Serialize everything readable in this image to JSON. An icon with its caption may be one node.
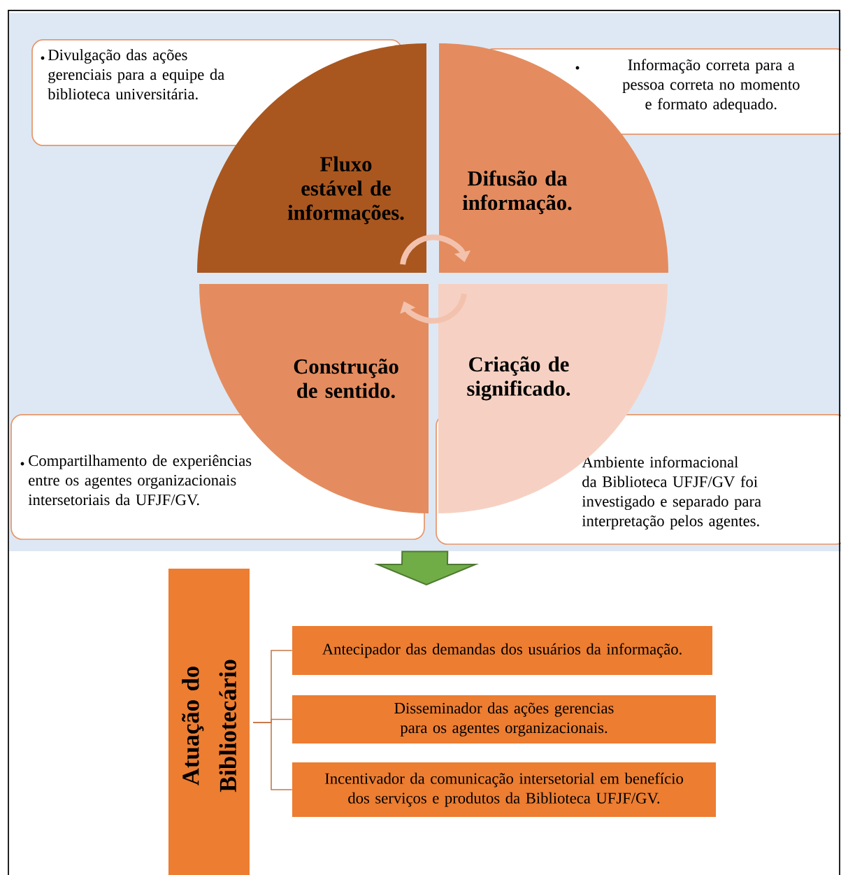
{
  "diagram": {
    "nodes": [
      {
        "text": [],
        "shape": "box"
      },
      {
        "text": [
          "Divulgação das ações gerenciais para a equipe da biblioteca universitária."
        ],
        "in": 0
      },
      {
        "text": [
          "Informação correta para a pessoa correta no momento e formato adequado."
        ],
        "in": 0
      },
      {
        "text": [
          "Fluxo estável de informações."
        ],
        "in": 0
      },
      {
        "text": [
          "Difusão da informação."
        ],
        "in": 0
      },
      {
        "text": [
          "Construção de sentido."
        ],
        "in": 0
      },
      {
        "text": [
          "Criação de significado."
        ],
        "in": 0
      },
      {
        "text": [
          "Compartilhamento de experiências entre os agentes organizacionais intersetoriais da UFJF/GV."
        ],
        "in": 0
      },
      {
        "text": [
          "Ambiente informacional da Biblioteca UFJF/GV foi investigado e separado para interpretação pelos agentes."
        ],
        "in": 0
      },
      {
        "text": [
          "Atuação do Bibliotecário"
        ]
      },
      {
        "text": [
          "Antecipador das demandas dos usuários da informação."
        ]
      },
      {
        "text": [
          "Disseminador das ações gerencias para os agentes organizacionais."
        ]
      },
      {
        "text": [
          "Incentivador da comunicação intersetorial em benefício dos serviços e produtos da Biblioteca UFJF/GV."
        ]
      }
    ],
    "edges": [
      {
        "from": 0,
        "to": null,
        "arrow": "to",
        "color": "#70ad47",
        "style": "thick"
      },
      {
        "from": 9,
        "to": 10,
        "arrow": "none"
      },
      {
        "from": 9,
        "to": 11,
        "arrow": "none"
      },
      {
        "from": 9,
        "to": 12,
        "arrow": "none"
      },
      {
        "from": 3,
        "to": 4,
        "arrow": "to",
        "color": "#f3c2ae",
        "style": "thick"
      },
      {
        "from": 6,
        "to": 5,
        "arrow": "to",
        "color": "#f3c2ae",
        "style": "thick"
      }
    ]
  }
}
